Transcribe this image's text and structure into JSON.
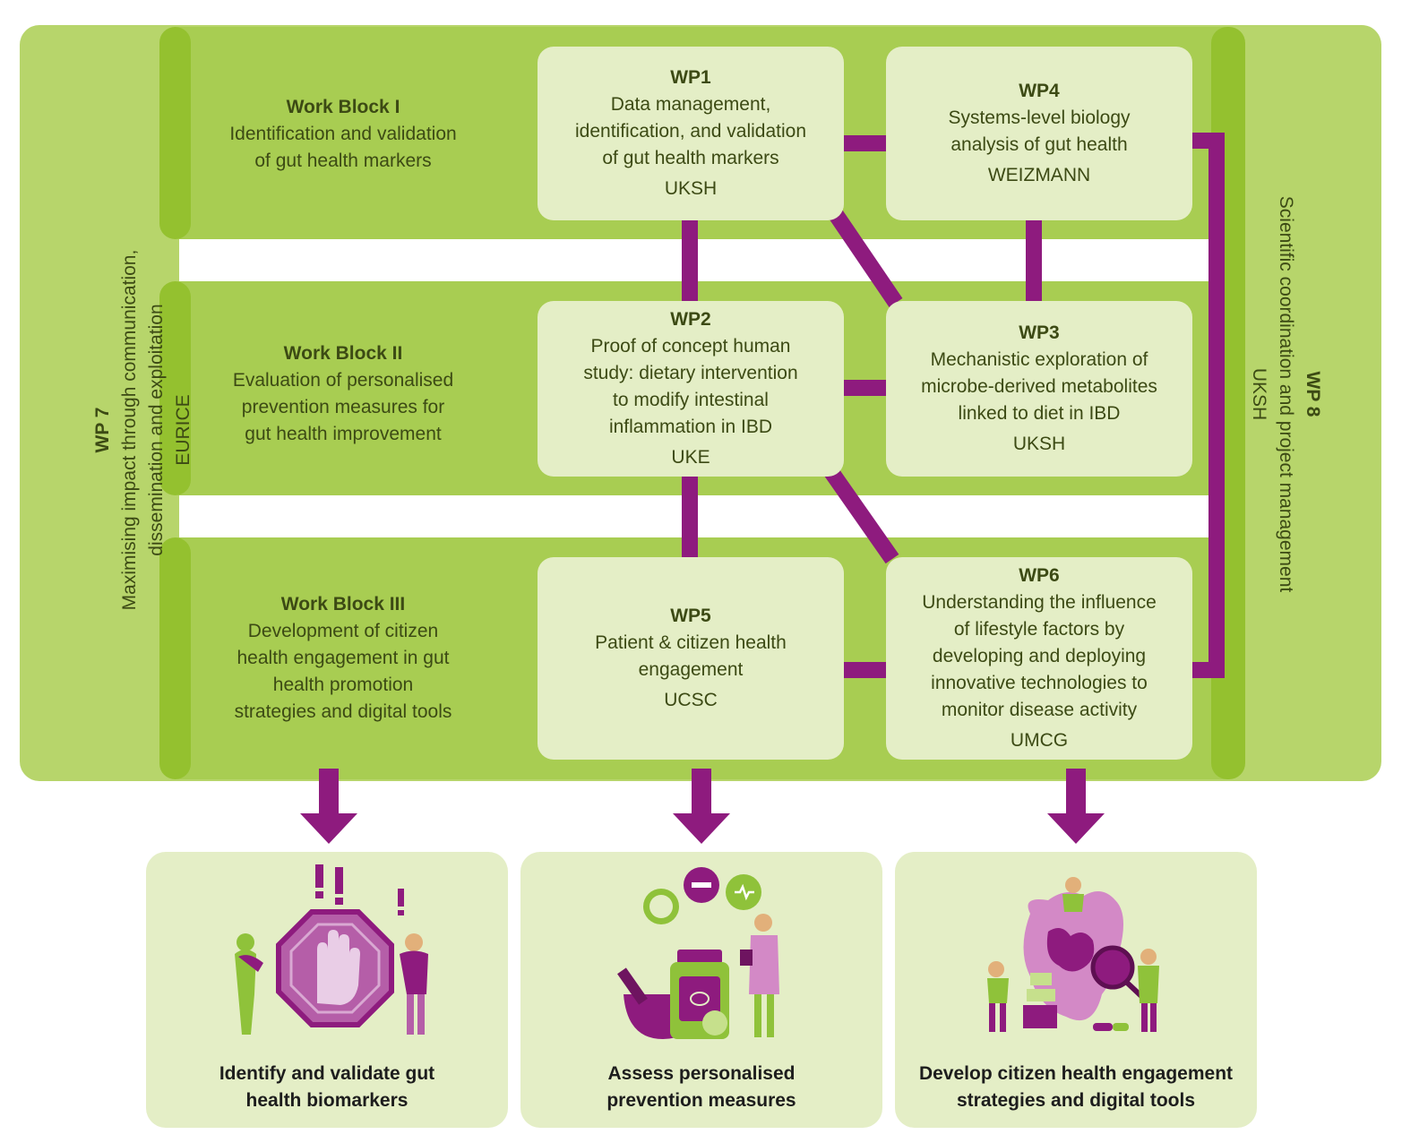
{
  "work_blocks": [
    {
      "title": "Work Block I",
      "lines": [
        "Identification and validation",
        "of gut health markers"
      ]
    },
    {
      "title": "Work Block II",
      "lines": [
        "Evaluation of personalised",
        "prevention measures for",
        "gut health improvement"
      ]
    },
    {
      "title": "Work Block III",
      "lines": [
        "Development of citizen",
        "health engagement in gut",
        "health promotion",
        "strategies and digital tools"
      ]
    }
  ],
  "work_packages": {
    "wp1": {
      "title": "WP1",
      "lines": [
        "Data management,",
        "identification, and validation",
        "of gut health markers"
      ],
      "partner": "UKSH"
    },
    "wp4": {
      "title": "WP4",
      "lines": [
        "Systems-level biology",
        "analysis of gut health"
      ],
      "partner": "WEIZMANN"
    },
    "wp2": {
      "title": "WP2",
      "lines": [
        "Proof of concept human",
        "study: dietary intervention",
        "to modify intestinal",
        "inflammation in IBD"
      ],
      "partner": "UKE"
    },
    "wp3": {
      "title": "WP3",
      "lines": [
        "Mechanistic exploration of",
        "microbe-derived metabolites",
        "linked to diet in IBD"
      ],
      "partner": "UKSH"
    },
    "wp5": {
      "title": "WP5",
      "lines": [
        "Patient & citizen health",
        "engagement"
      ],
      "partner": "UCSC"
    },
    "wp6": {
      "title": "WP6",
      "lines": [
        "Understanding the influence",
        "of lifestyle factors by",
        "developing and deploying",
        "innovative technologies to",
        "monitor disease activity"
      ],
      "partner": "UMCG"
    }
  },
  "wp7": {
    "title": "WP 7",
    "lines": [
      "Maximising impact through communication,",
      "dissemination and exploitation"
    ],
    "partner": "EURICE"
  },
  "wp8": {
    "title": "WP 8",
    "lines": [
      "Scientific coordination and project management"
    ],
    "partner": "UKSH"
  },
  "outcomes": [
    {
      "lines": [
        "Identify and validate gut",
        "health biomarkers"
      ],
      "icon": "stop-hand-illustration"
    },
    {
      "lines": [
        "Assess personalised",
        "prevention measures"
      ],
      "icon": "supplements-doctor-illustration"
    },
    {
      "lines": [
        "Develop citizen health engagement",
        "strategies and digital tools"
      ],
      "icon": "intestine-research-illustration"
    }
  ],
  "colors": {
    "outer": "#b7d56b",
    "block": "#a8cd52",
    "bar": "#94c12f",
    "box": "#e4eec6",
    "connector": "#8e1b7e",
    "text": "#3c4a14"
  }
}
